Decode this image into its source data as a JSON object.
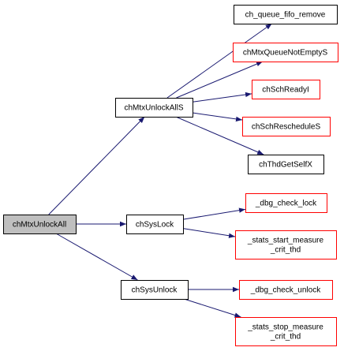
{
  "colors": {
    "edge": "#191970",
    "root_fill": "#bfbfbf",
    "normal_border": "#000000",
    "missing_border": "#ff0000",
    "node_fill": "#ffffff"
  },
  "nodes": {
    "chMtxUnlockAll": {
      "lines": [
        "chMtxUnlockAll"
      ],
      "style": "root"
    },
    "chMtxUnlockAllS": {
      "lines": [
        "chMtxUnlockAllS"
      ],
      "style": "normal"
    },
    "chSysLock": {
      "lines": [
        "chSysLock"
      ],
      "style": "normal"
    },
    "chSysUnlock": {
      "lines": [
        "chSysUnlock"
      ],
      "style": "normal"
    },
    "ch_queue_fifo_remove": {
      "lines": [
        "ch_queue_fifo_remove"
      ],
      "style": "normal"
    },
    "chMtxQueueNotEmptyS": {
      "lines": [
        "chMtxQueueNotEmptyS"
      ],
      "style": "missing"
    },
    "chSchReadyI": {
      "lines": [
        "chSchReadyI"
      ],
      "style": "missing"
    },
    "chSchRescheduleS": {
      "lines": [
        "chSchRescheduleS"
      ],
      "style": "missing"
    },
    "chThdGetSelfX": {
      "lines": [
        "chThdGetSelfX"
      ],
      "style": "normal"
    },
    "dbg_check_lock_1": {
      "lines": [
        "_dbg_check_lock"
      ],
      "style": "missing"
    },
    "stats_start_measure_crit_thd": {
      "lines": [
        "_stats_start_measure",
        "_crit_thd"
      ],
      "style": "missing"
    },
    "dbg_check_unlock": {
      "lines": [
        "_dbg_check_unlock"
      ],
      "style": "missing"
    },
    "stats_stop_measure_crit_thd": {
      "lines": [
        "_stats_stop_measure",
        "_crit_thd"
      ],
      "style": "missing"
    }
  },
  "edges": [
    {
      "from": "chMtxUnlockAll",
      "to": "chMtxUnlockAllS"
    },
    {
      "from": "chMtxUnlockAll",
      "to": "chSysLock"
    },
    {
      "from": "chMtxUnlockAll",
      "to": "chSysUnlock"
    },
    {
      "from": "chMtxUnlockAllS",
      "to": "ch_queue_fifo_remove"
    },
    {
      "from": "chMtxUnlockAllS",
      "to": "chMtxQueueNotEmptyS"
    },
    {
      "from": "chMtxUnlockAllS",
      "to": "chSchReadyI"
    },
    {
      "from": "chMtxUnlockAllS",
      "to": "chSchRescheduleS"
    },
    {
      "from": "chMtxUnlockAllS",
      "to": "chThdGetSelfX"
    },
    {
      "from": "chSysLock",
      "to": "dbg_check_lock_1"
    },
    {
      "from": "chSysLock",
      "to": "stats_start_measure_crit_thd"
    },
    {
      "from": "chSysUnlock",
      "to": "dbg_check_unlock"
    },
    {
      "from": "chSysUnlock",
      "to": "stats_stop_measure_crit_thd"
    }
  ]
}
